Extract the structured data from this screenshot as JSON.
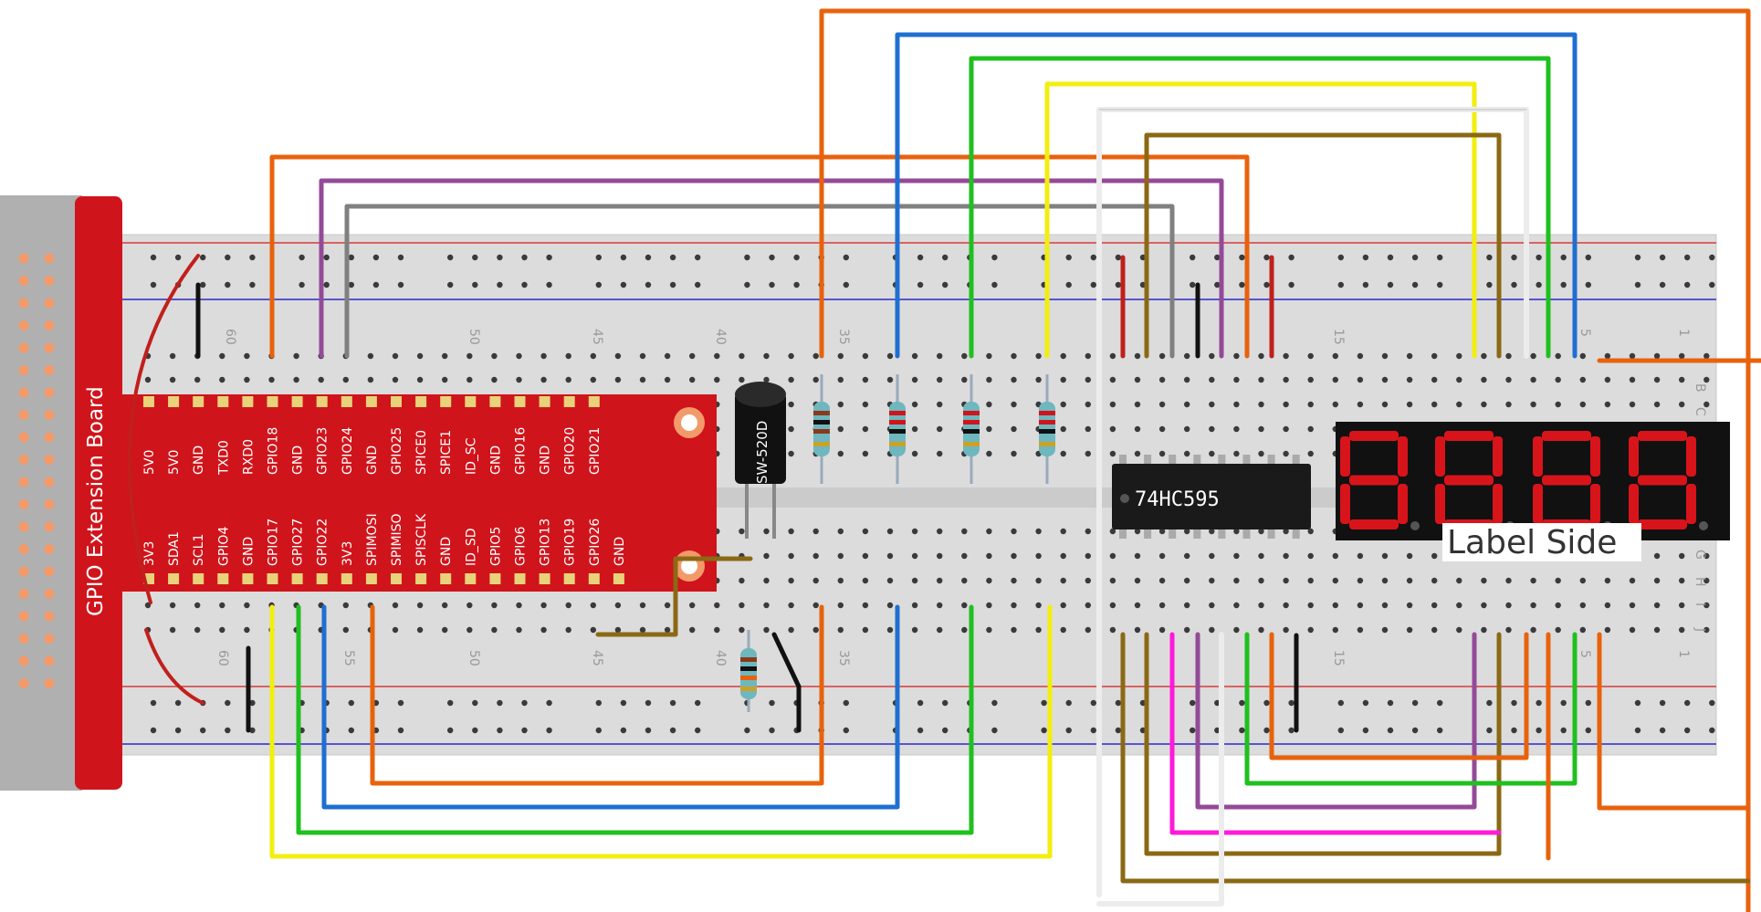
{
  "extension_board": {
    "title": "GPIO Extension Board",
    "top_row": [
      "5V0",
      "5V0",
      "GND",
      "TXD0",
      "RXD0",
      "GPIO18",
      "GND",
      "GPIO23",
      "GPIO24",
      "GND",
      "GPIO25",
      "SPICE0",
      "SPICE1",
      "ID_SC",
      "GND",
      "GPIO16",
      "GND",
      "GPIO20",
      "GPIO21"
    ],
    "bottom_row": [
      "3V3",
      "SDA1",
      "SCL1",
      "GPIO4",
      "GND",
      "GPIO17",
      "GPIO27",
      "GPIO22",
      "3V3",
      "SPIMOSI",
      "SPIMISO",
      "SPISCLK",
      "GND",
      "ID_SD",
      "GPIO5",
      "GPIO6",
      "GPIO13",
      "GPIO19",
      "GPIO26",
      "GND"
    ]
  },
  "breadboard": {
    "column_numbers_top": [
      "60",
      "50",
      "45",
      "40",
      "35",
      "15",
      "5",
      "1"
    ],
    "column_numbers_bottom": [
      "60",
      "55",
      "50",
      "45",
      "40",
      "35",
      "15",
      "5",
      "1"
    ],
    "row_letters_right": [
      "B",
      "C",
      "G",
      "H",
      "I",
      "J"
    ]
  },
  "components": {
    "tilt_switch": "SW-520D",
    "shift_register": "74HC595",
    "display_label": "Label Side"
  },
  "colors": {
    "board_red": "#d0141b",
    "orange": "#e8620c",
    "blue": "#1f6fd1",
    "green": "#1fc01f",
    "yellow": "#f2ee0f",
    "white": "#e6e6e6",
    "brown": "#8b6914",
    "purple": "#944a98",
    "gray": "#808080",
    "magenta": "#ff1ad9",
    "black": "#111111",
    "segment_red": "#d8141b"
  }
}
